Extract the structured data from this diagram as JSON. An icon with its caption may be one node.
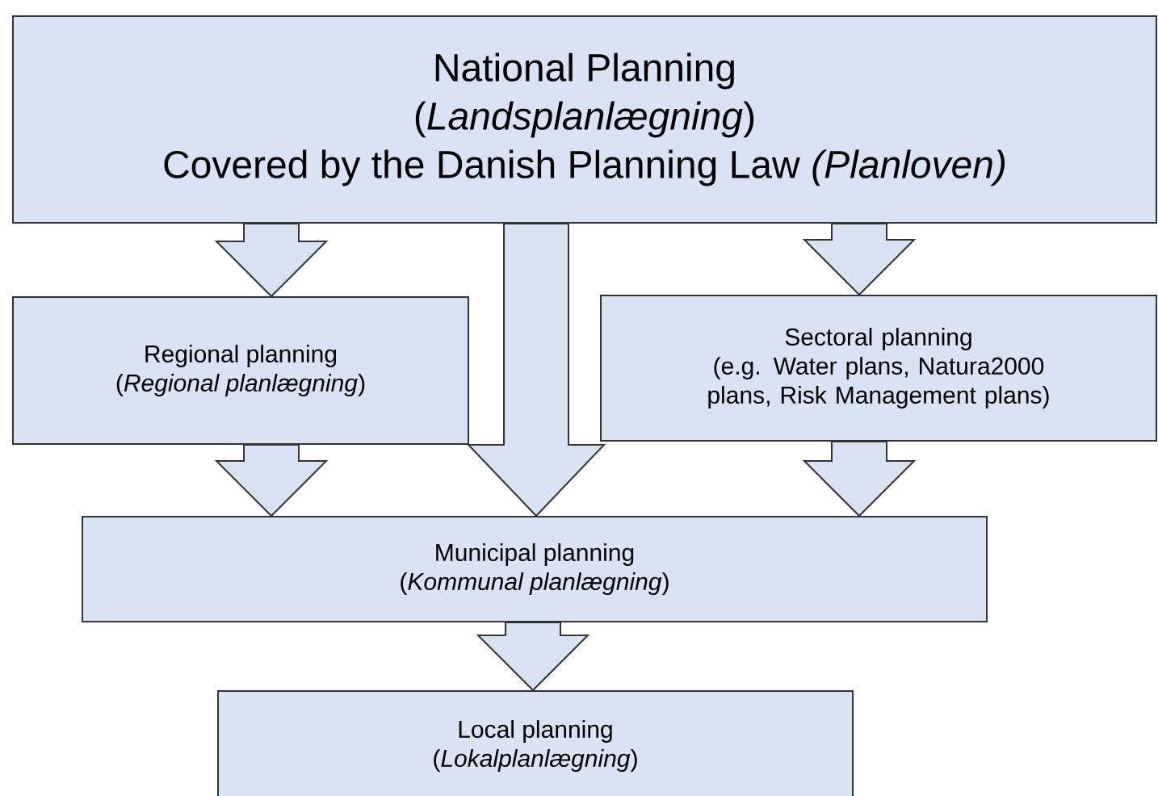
{
  "diagram": {
    "nodes": [
      {
        "text": [
          "National Planning",
          "(*Landsplanlægning*)",
          "Covered by the Danish Planning Law *(Planloven)*"
        ]
      },
      {
        "text": [
          "Regional planning",
          "(*Regional planlægning*)"
        ]
      },
      {
        "text": [
          "Sectoral planning",
          "(e.g. Water plans, Natura2000 plans, Risk Management plans)"
        ]
      },
      {
        "text": [
          "Municipal planning",
          "(*Kommunal planlægning*)"
        ]
      },
      {
        "text": [
          "Local planning",
          "(*Lokalplanlægning*)"
        ]
      }
    ],
    "edges": [
      {
        "from": 0,
        "to": 1,
        "arrow": "to"
      },
      {
        "from": 0,
        "to": 3,
        "arrow": "to",
        "style": "thick"
      },
      {
        "from": 0,
        "to": 2,
        "arrow": "to"
      },
      {
        "from": 1,
        "to": 3,
        "arrow": "to"
      },
      {
        "from": 2,
        "to": 3,
        "arrow": "to"
      },
      {
        "from": 3,
        "to": 4,
        "arrow": "to"
      }
    ]
  }
}
